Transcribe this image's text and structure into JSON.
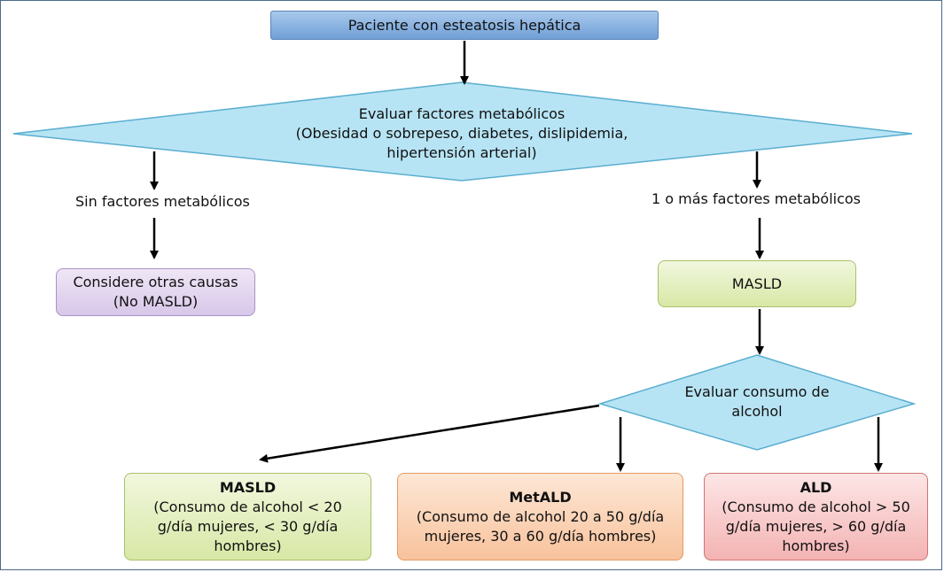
{
  "start": {
    "text": "Paciente con esteatosis hepática"
  },
  "decision_metabolic": {
    "lines": [
      "Evaluar factores metabólicos",
      "(Obesidad o sobrepeso, diabetes, dislipidemia,",
      "hipertensión arterial)"
    ]
  },
  "branch_no": {
    "label": "Sin factores metabólicos"
  },
  "branch_yes": {
    "label": "1 o más factores metabólicos"
  },
  "other_causes": {
    "lines": [
      "Considere otras causas",
      "(No MASLD)"
    ]
  },
  "masld": {
    "text": "MASLD"
  },
  "decision_alcohol": {
    "lines": [
      "Evaluar consumo de",
      "alcohol"
    ]
  },
  "outcome_masld": {
    "title": "MASLD",
    "lines": [
      "(Consumo de alcohol < 20",
      "g/día mujeres, < 30 g/día",
      "hombres)"
    ]
  },
  "outcome_metald": {
    "title": "MetALD",
    "lines": [
      "(Consumo de alcohol 20 a 50 g/día",
      "mujeres, 30 a 60 g/día hombres)"
    ]
  },
  "outcome_ald": {
    "title": "ALD",
    "lines": [
      "(Consumo de alcohol > 50",
      "g/día mujeres, > 60 g/día",
      "hombres)"
    ]
  },
  "colors": {
    "diamond_fill": "#b7e4f4",
    "diamond_stroke": "#5aaed0",
    "arrow": "#000000",
    "frame": "#4a6b8a"
  }
}
